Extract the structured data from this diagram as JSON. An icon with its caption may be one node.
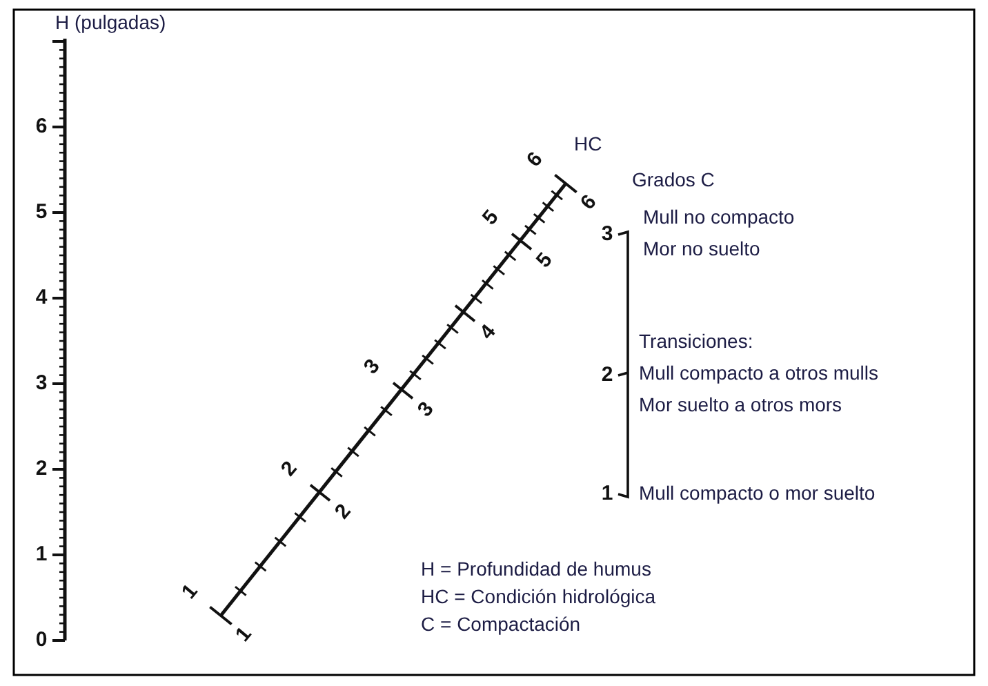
{
  "diagram": {
    "labels": [
      "H (pulgadas)",
      "6",
      "5",
      "4",
      "3",
      "2",
      "1",
      "0",
      "HC",
      "6",
      "5",
      "3",
      "2",
      "1",
      "6",
      "5",
      "4",
      "3",
      "2",
      "1",
      "Grados C",
      "Mull no compacto",
      "3",
      "Mor no suelto",
      "Transiciones:",
      "2",
      "Mull compacto a otros mulls",
      "Mor suelto a otros mors",
      "1",
      "Mull compacto o mor suelto",
      "H = Profundidad de humus",
      "HC = Condición hidrológica",
      "C = Compactación"
    ]
  }
}
